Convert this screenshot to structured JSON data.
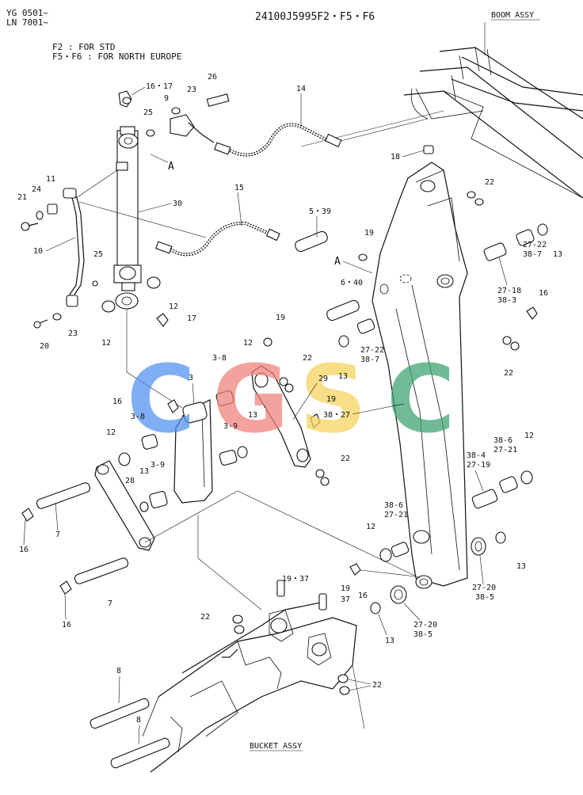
{
  "header": {
    "serial_line1": "YG 0501~",
    "serial_line2": "LN 7001~",
    "drawing_title": "24100J5995F2・F5・F6",
    "note_line1": "F2 : FOR STD",
    "note_line2": "F5・F6 : FOR NORTH EUROPE"
  },
  "assemblies": {
    "boom": "BOOM ASSY",
    "bucket": "BUCKET ASSY"
  },
  "detail_marker": "A",
  "watermark": {
    "letters": [
      "C",
      "G",
      "S",
      "C"
    ],
    "colors": [
      "#4f8ff0",
      "#f07f78",
      "#f5d25a",
      "#3aa26e"
    ]
  },
  "callouts": {
    "c1617": "16・17",
    "c23a": "23",
    "c26": "26",
    "c14": "14",
    "c9": "9",
    "c25a": "25",
    "c18": "18",
    "c22a": "22",
    "c11": "11",
    "c24": "24",
    "c21": "21",
    "c30": "30",
    "c15": "15",
    "c539": "5・39",
    "c19a": "19",
    "c10": "10",
    "c25b": "25",
    "c2722a": "27-22",
    "c387a": "38-7",
    "c13a": "13",
    "c2718": "27-18",
    "c383": "38-3",
    "c640": "6・40",
    "c16a": "16",
    "c12a": "12",
    "c17": "17",
    "c20": "20",
    "c23b": "23",
    "c12b": "12",
    "c19b": "19",
    "c12c": "12",
    "c38a": "3-8",
    "c22b": "22",
    "c2722b": "27-22",
    "c387b": "38-7",
    "c22c": "22",
    "c13b": "13",
    "c29": "29",
    "c3": "3",
    "c16b": "16",
    "c38b": "3-8",
    "c19c": "19",
    "c3827": "38・27",
    "c13c": "13",
    "c12d": "12",
    "c39a": "3-9",
    "c384": "38-4",
    "c2719": "27-19",
    "c386a": "38-6",
    "c2721a": "27-21",
    "c12e": "12",
    "c22d": "22",
    "c39b": "3-9",
    "c13d": "13",
    "c28": "28",
    "c7a": "7",
    "c16c": "16",
    "c386b": "38-6",
    "c2721b": "27-21",
    "c12f": "12",
    "c13e": "13",
    "c2720a": "27-20",
    "c385a": "38-5",
    "c1937a": "19・37",
    "c1937b": "19",
    "c1937c": "37",
    "c16d": "16",
    "c7b": "7",
    "c16e": "16",
    "c22e": "22",
    "c2720b": "27-20",
    "c385b": "38-5",
    "c13f": "13",
    "c8a": "8",
    "c22f": "22",
    "c8b": "8"
  }
}
